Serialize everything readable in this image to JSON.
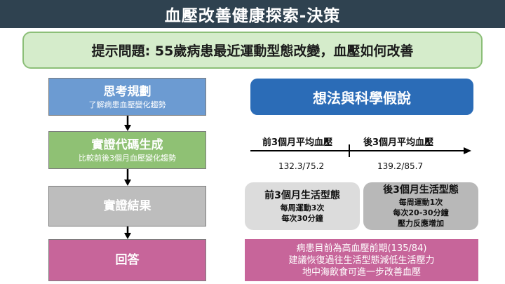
{
  "title": "血壓改善健康探索-決策",
  "question": "提示問題: 55歲病患最近運動型態改變，血壓如何改善",
  "steps": [
    {
      "label": "思考規劃",
      "sub": "了解病患血壓變化趨勢"
    },
    {
      "label": "實證代碼生成",
      "sub": "比較前後3個月血壓變化趨勢"
    },
    {
      "label": "實證結果",
      "sub": ""
    },
    {
      "label": "回答",
      "sub": ""
    }
  ],
  "hypothesis": "想法與科學假說",
  "timeline": {
    "before_label": "前3個月平均血壓",
    "after_label": "後3個月平均血壓",
    "before_value": "132.3/75.2",
    "after_value": "139.2/85.7"
  },
  "lifestyle_before": {
    "heading": "前3個月生活型態",
    "lines": [
      "每周運動3次",
      "每次30分鐘"
    ]
  },
  "lifestyle_after": {
    "heading": "後3個月生活型態",
    "lines": [
      "每周運動1次",
      "每次20-30分鐘",
      "壓力反應增加"
    ]
  },
  "answer_lines": [
    "病患目前為高血壓前期(135/84)",
    "建議恢復過往生活型態減低生活壓力",
    "地中海飲食可進一步改善血壓"
  ],
  "colors": {
    "title_bg": "#2f4250",
    "question_bg": "#d5eccb",
    "step_plan": "#6c9bd2",
    "step_code": "#8fc174",
    "step_result": "#bdbdbd",
    "step_answer": "#c7659a",
    "hypothesis_bg": "#2b6cb7"
  }
}
